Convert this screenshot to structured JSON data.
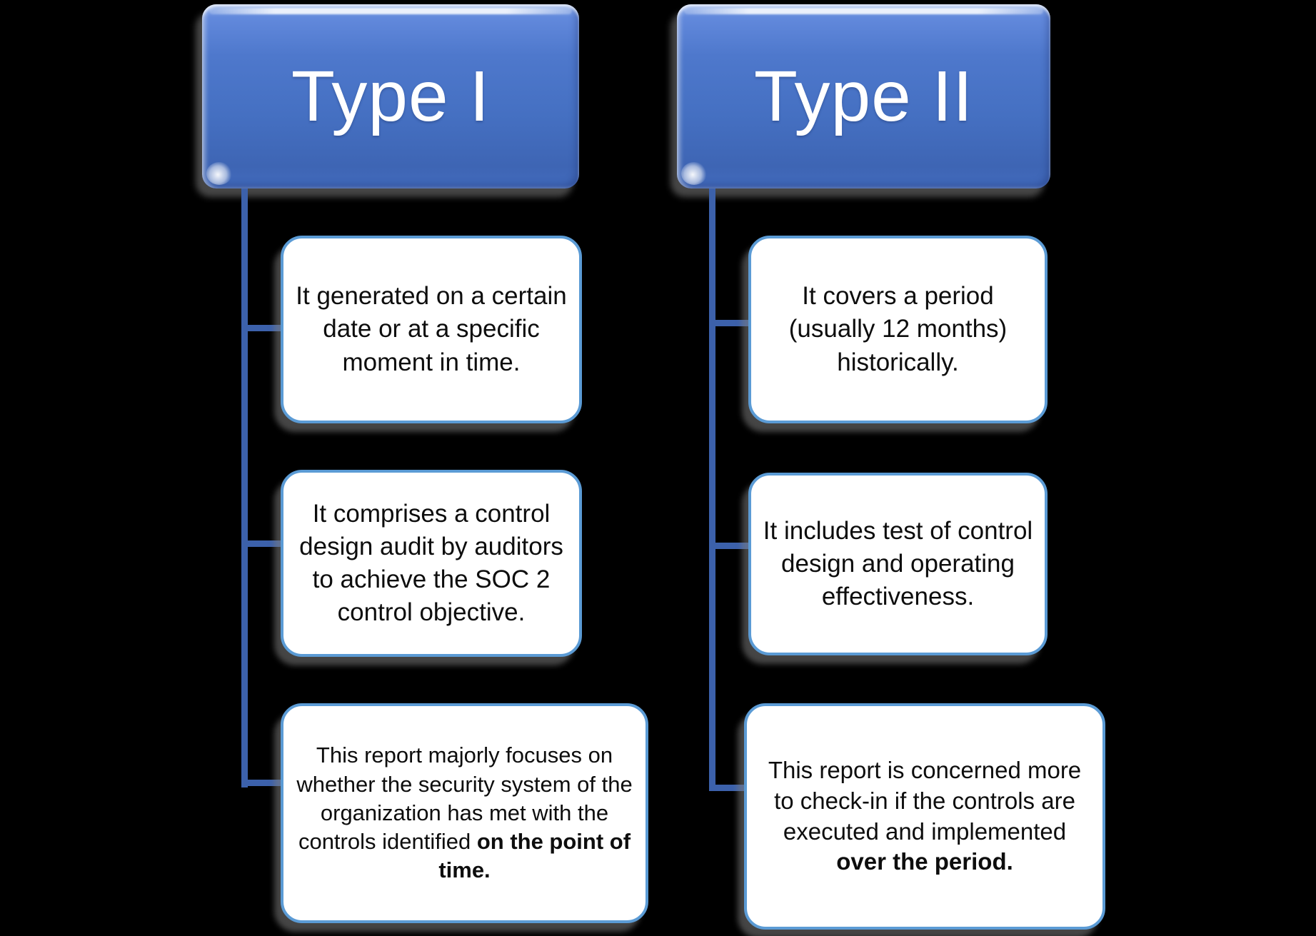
{
  "diagram": {
    "background": "#000000",
    "columns": [
      {
        "id": "type-i",
        "header": "Type I",
        "boxes": [
          {
            "text": "It generated on a certain date or at a specific moment in time.",
            "bold": ""
          },
          {
            "text": "It comprises a control design audit by auditors to achieve the SOC 2 control objective.",
            "bold": ""
          },
          {
            "text": "This report majorly focuses on whether the security system of the organization has met with the controls identified ",
            "bold": "on the point of time."
          }
        ]
      },
      {
        "id": "type-ii",
        "header": "Type II",
        "boxes": [
          {
            "text": "It covers a period (usually 12 months) historically.",
            "bold": ""
          },
          {
            "text": "It includes test of control design and operating effectiveness.",
            "bold": ""
          },
          {
            "text": "This report is concerned more to check-in if the controls are executed and implemented ",
            "bold": "over the period."
          }
        ]
      }
    ],
    "colors": {
      "header_gradient_top": "#91B0EC",
      "header_gradient_mid": "#4A73C8",
      "header_gradient_bottom": "#3E65B4",
      "header_text": "#FFFFFF",
      "box_background": "#FFFFFF",
      "box_border": "#5B9BD5",
      "box_text": "#0D0D0D",
      "connector": "#3C61AB",
      "shadow": "#7D7D7D"
    }
  }
}
